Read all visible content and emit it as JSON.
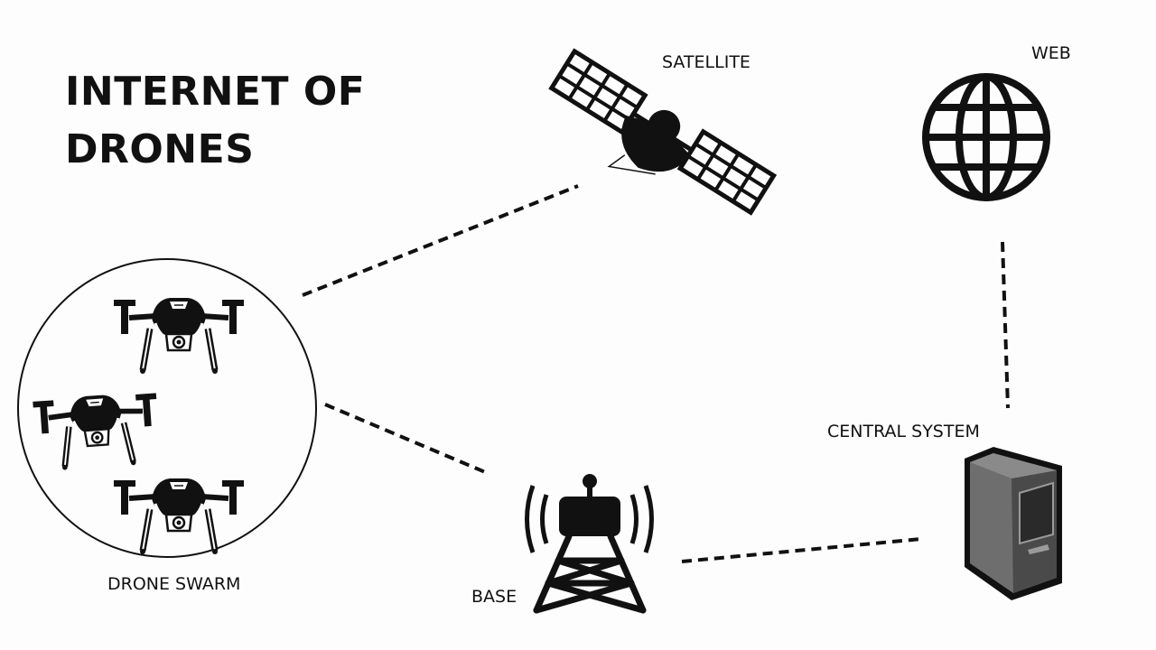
{
  "title": {
    "line1": "INTERNET OF",
    "line2": "DRONES"
  },
  "nodes": {
    "satellite": "SATELLITE",
    "web": "WEB",
    "drone_swarm": "DRONE SWARM",
    "base": "BASE",
    "central_system": "CENTRAL SYSTEM"
  },
  "colors": {
    "ink": "#111111",
    "background": "#fdfdfd",
    "server_body": "#6e6e6e"
  }
}
